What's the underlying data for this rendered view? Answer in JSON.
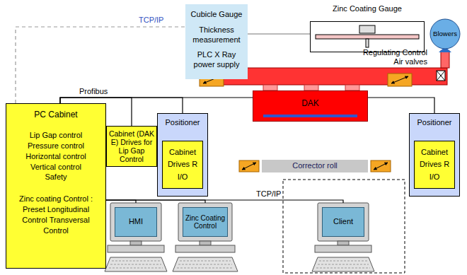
{
  "diagram": {
    "nodes": [
      {
        "text": [
          "Cubicle Gauge",
          "Thickness measurement",
          "PLC X Ray power supply"
        ]
      },
      {
        "text": [
          "Zinc Coating Gauge"
        ]
      },
      {
        "text": [
          "Blowers"
        ]
      },
      {
        "text": [
          "PC Cabinet",
          "Lip Gap control Pressure control Horizontal control Vertical control Safety",
          "Zinc coating Control : Preset Longitudinal Control Transversal Control"
        ]
      },
      {
        "text": [
          "Cabinet (DAK E) Drives for Lip Gap Control"
        ]
      },
      {
        "text": [
          "Positioner"
        ]
      },
      {
        "text": [
          "Cabinet Drives R I/O"
        ],
        "in": 5
      },
      {
        "text": [
          "DAK"
        ]
      },
      {
        "text": [
          "Corrector roll"
        ]
      },
      {
        "text": [
          "Positioner"
        ]
      },
      {
        "text": [
          "Cabinet Drives R I/O"
        ],
        "in": 9
      },
      {
        "text": [
          "HMI"
        ]
      },
      {
        "text": [
          "Zinc Coating Control"
        ]
      },
      {
        "text": [
          "Client"
        ]
      }
    ],
    "edges": [
      {
        "from": 3,
        "to": 0,
        "arrow": "none",
        "label": "TCP/IP"
      },
      {
        "from": 0,
        "to": 1,
        "arrow": "none"
      },
      {
        "from": 3,
        "to": 4,
        "arrow": "none"
      },
      {
        "from": 3,
        "to": 5,
        "arrow": "none"
      },
      {
        "from": 3,
        "to": 9,
        "arrow": "none"
      },
      {
        "from": 3,
        "to": 11,
        "arrow": "none"
      },
      {
        "from": 3,
        "to": 12,
        "arrow": "none"
      },
      {
        "from": 3,
        "to": 13,
        "arrow": "none"
      }
    ],
    "labels": [
      "Profibus",
      "Regulating Control Air valves",
      "TCP/IP"
    ]
  }
}
